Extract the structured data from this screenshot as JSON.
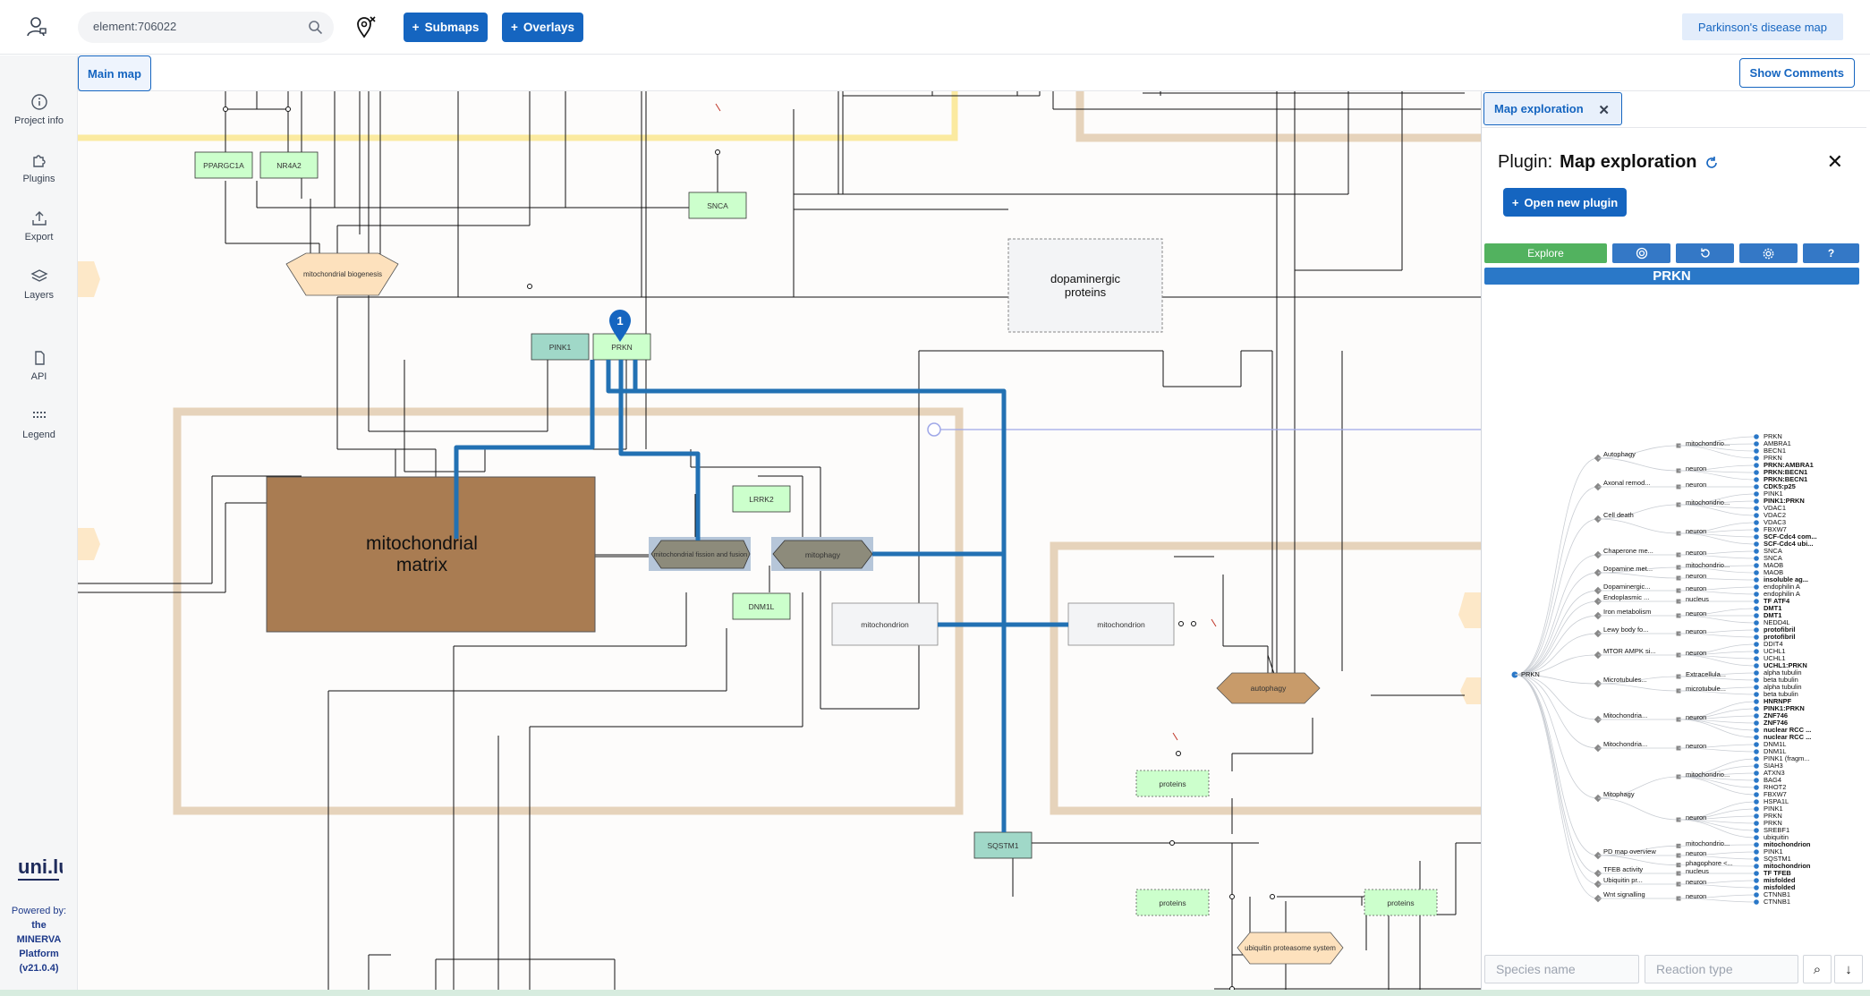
{
  "header": {
    "search_value": "element:706022",
    "submaps_label": "Submaps",
    "overlays_label": "Overlays",
    "project_name": "Parkinson's disease map"
  },
  "subbar": {
    "main_map_tab": "Main map",
    "show_comments": "Show Comments"
  },
  "sidebar": {
    "items": [
      {
        "label": "Project info",
        "icon": "info-icon"
      },
      {
        "label": "Plugins",
        "icon": "puzzle-icon"
      },
      {
        "label": "Export",
        "icon": "export-icon"
      },
      {
        "label": "Layers",
        "icon": "layers-icon"
      },
      {
        "label": "API",
        "icon": "file-icon"
      },
      {
        "label": "Legend",
        "icon": "legend-icon"
      }
    ],
    "logo": "uni.lu",
    "powered_by": "Powered by:",
    "platform": "the MINERVA Platform",
    "version": "(v21.0.4)"
  },
  "map": {
    "nodes": {
      "ppargc1a": "PPARGC1A",
      "nr4a2": "NR4A2",
      "snca": "SNCA",
      "mito_biogenesis": "mitochondrial biogenesis",
      "dopaminergic": "dopaminergic proteins",
      "pink1": "PINK1",
      "prkn": "PRKN",
      "lrrk2": "LRRK2",
      "mito_matrix": "mitochondrial matrix",
      "fission": "mitochondrial fission and fusion",
      "mitophagy": "mitophagy",
      "dnm1l": "DNM1L",
      "mitochondrion_1": "mitochondrion",
      "mitochondrion_2": "mitochondrion",
      "autophagy": "autophagy",
      "proteins_1": "proteins",
      "proteins_2": "proteins",
      "proteins_3": "proteins",
      "sqstm1": "SQSTM1",
      "ups": "ubiquitin proteasome system"
    },
    "pin_number": "1"
  },
  "panel": {
    "tab_label": "Map exploration",
    "title_prefix": "Plugin:",
    "title_name": "Map exploration",
    "open_new_plugin": "Open new plugin",
    "explore_label": "Explore",
    "help_label": "?",
    "selected_entity": "PRKN",
    "species_placeholder": "Species name",
    "reaction_placeholder": "Reaction type",
    "tree": {
      "root": "PRKN",
      "categories": [
        {
          "name": "Autophagy",
          "compartments": [
            "mitochondrio...",
            "neuron"
          ],
          "leaves": [
            "PRKN",
            "AMBRA1",
            "BECN1",
            "PRKN",
            "PRKN:AMBRA1",
            "PRKN:BECN1",
            "PRKN:BECN1"
          ]
        },
        {
          "name": "Axonal remod...",
          "compartments": [
            "neuron"
          ],
          "leaves": [
            "CDK5:p25"
          ]
        },
        {
          "name": "Cell death",
          "compartments": [
            "mitochondrio...",
            "neuron"
          ],
          "leaves": [
            "PINK1",
            "PINK1:PRKN",
            "VDAC1",
            "VDAC2",
            "VDAC3",
            "FBXW7",
            "SCF-Cdc4 com...",
            "SCF-Cdc4 ubi..."
          ]
        },
        {
          "name": "Chaperone me...",
          "compartments": [
            "neuron"
          ],
          "leaves": [
            "SNCA",
            "SNCA"
          ]
        },
        {
          "name": "Dopamine met...",
          "compartments": [
            "mitochondrio...",
            "neuron"
          ],
          "leaves": [
            "MAOB",
            "MAOB",
            "insoluble ag..."
          ]
        },
        {
          "name": "Dopaminergic...",
          "compartments": [
            "neuron"
          ],
          "leaves": [
            "endophilin A",
            "endophilin A"
          ]
        },
        {
          "name": "Endoplasmic ...",
          "compartments": [
            "nucleus"
          ],
          "leaves": [
            "TF ATF4"
          ]
        },
        {
          "name": "Iron metabolism",
          "compartments": [
            "neuron"
          ],
          "leaves": [
            "DMT1",
            "DMT1",
            "NEDD4L"
          ]
        },
        {
          "name": "Lewy body fo...",
          "compartments": [
            "neuron"
          ],
          "leaves": [
            "protofibril",
            "protofibril"
          ]
        },
        {
          "name": "MTOR AMPK si...",
          "compartments": [
            "neuron"
          ],
          "leaves": [
            "DDIT4",
            "UCHL1",
            "UCHL1",
            "UCHL1:PRKN"
          ]
        },
        {
          "name": "Microtubules...",
          "compartments": [
            "Extracellula...",
            "microtubule..."
          ],
          "leaves": [
            "alpha tubulin",
            "beta tubulin",
            "alpha tubulin",
            "beta tubulin"
          ]
        },
        {
          "name": "Mitochondria...",
          "compartments": [
            "neuron"
          ],
          "leaves": [
            "HNRNPF",
            "PINK1:PRKN",
            "ZNF746",
            "ZNF746",
            "nuclear RCC ...",
            "nuclear RCC ..."
          ]
        },
        {
          "name": "Mitochondria...",
          "compartments": [
            "neuron"
          ],
          "leaves": [
            "DNM1L",
            "DNM1L"
          ]
        },
        {
          "name": "Mitophagy",
          "compartments": [
            "mitochondrio...",
            "neuron"
          ],
          "leaves": [
            "PINK1 (fragm...",
            "SIAH3",
            "ATXN3",
            "BAG4",
            "RHOT2",
            "FBXW7",
            "HSPA1L",
            "PINK1",
            "PRKN",
            "PRKN",
            "SREBF1",
            "ubiquitin"
          ]
        },
        {
          "name": "PD map overview",
          "compartments": [
            "mitochondrio...",
            "neuron",
            "phagophore <..."
          ],
          "leaves": [
            "mitochondrion",
            "PINK1",
            "SQSTM1",
            "mitochondrion"
          ]
        },
        {
          "name": "TFEB activity",
          "compartments": [
            "nucleus"
          ],
          "leaves": [
            "TF TFEB"
          ]
        },
        {
          "name": "Ubiquitin pr...",
          "compartments": [
            "neuron"
          ],
          "leaves": [
            "misfolded",
            "misfolded"
          ]
        },
        {
          "name": "Wnt signalling",
          "compartments": [
            "neuron"
          ],
          "leaves": [
            "CTNNB1",
            "CTNNB1"
          ]
        }
      ]
    }
  },
  "colors": {
    "primary": "#1565c0",
    "explore_green": "#52b25f",
    "tool_blue": "#3478c6",
    "highlight_blue": "#2271b3",
    "compartment_border": "#e6d3bb",
    "mito_matrix_fill": "#a97c52",
    "species_green": "#ccffcc",
    "teal_species": "#a0d8c8"
  }
}
